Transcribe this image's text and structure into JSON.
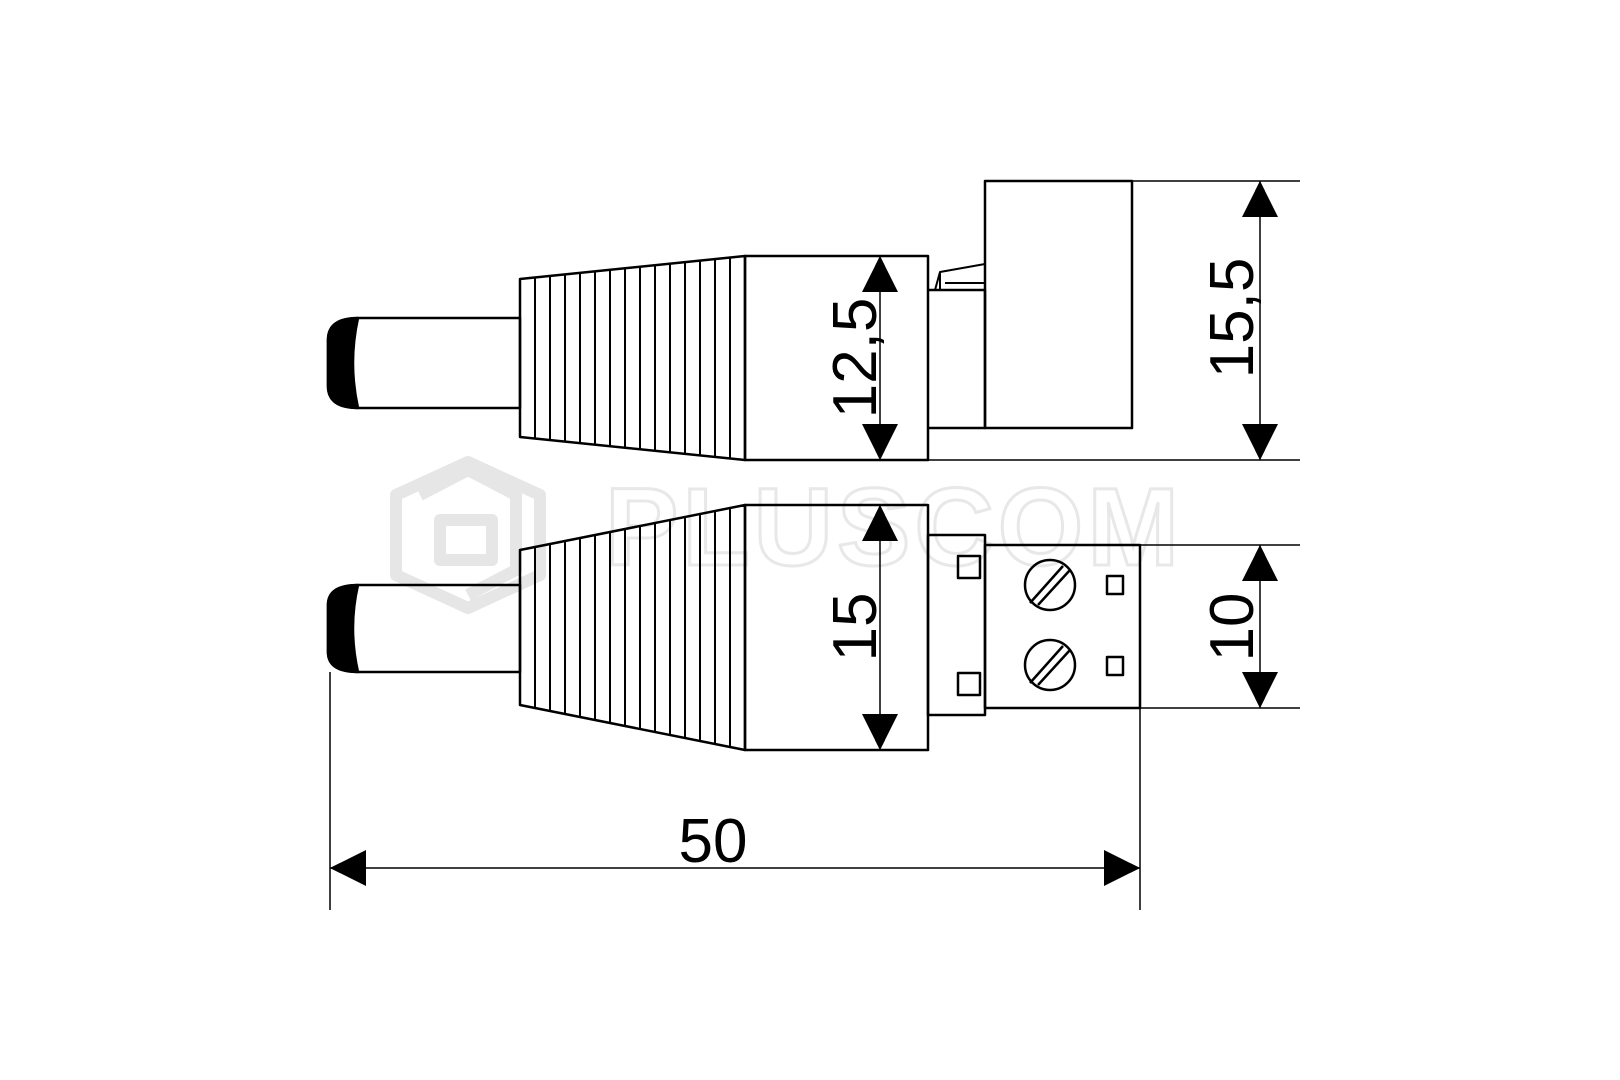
{
  "dimensions": {
    "top_body_height": "12,5",
    "terminal_block_height": "15,5",
    "bottom_body_height": "15",
    "terminal_width": "10",
    "overall_length": "50"
  },
  "watermark": {
    "text": "PLUSCOM"
  },
  "colors": {
    "line": "#000000",
    "background": "#ffffff",
    "watermark": "#e8e8e8"
  }
}
